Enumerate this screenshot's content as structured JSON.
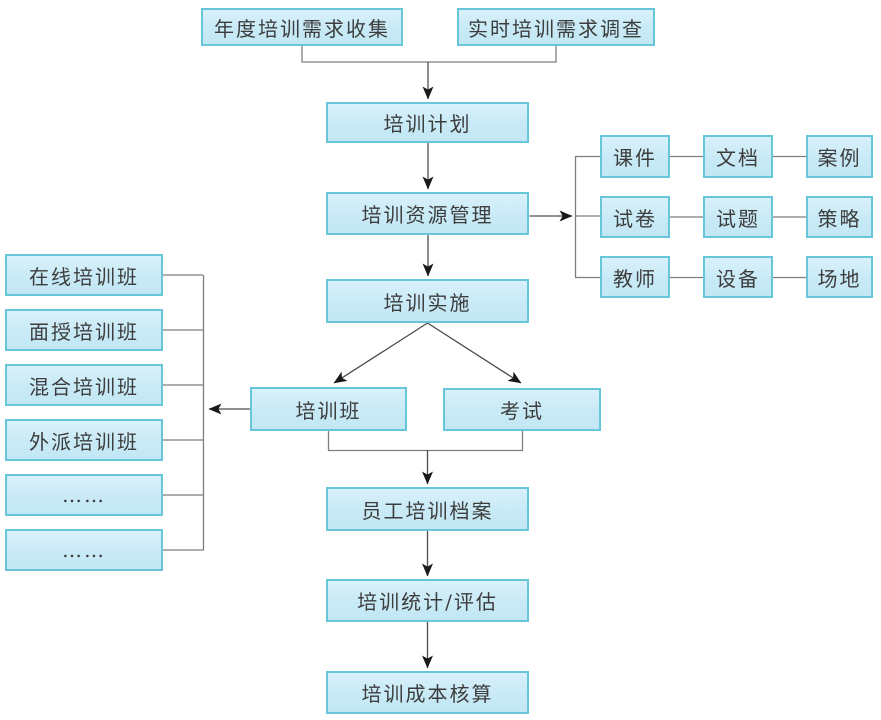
{
  "diagram": {
    "nodes": {
      "annual_needs": "年度培训需求收集",
      "realtime_needs": "实时培训需求调查",
      "plan": "培训计划",
      "resource_mgmt": "培训资源管理",
      "implementation": "培训实施",
      "training_class": "培训班",
      "exam": "考试",
      "employee_records": "员工培训档案",
      "stats_eval": "培训统计/评估",
      "cost_accounting": "培训成本核算"
    },
    "left_items": [
      "在线培训班",
      "面授培训班",
      "混合培训班",
      "外派培训班",
      "……",
      "……"
    ],
    "resource_grid": [
      [
        "课件",
        "文档",
        "案例"
      ],
      [
        "试卷",
        "试题",
        "策略"
      ],
      [
        "教师",
        "设备",
        "场地"
      ]
    ],
    "edges": [
      "年度培训需求收集+实时培训需求调查 -> 培训计划",
      "培训计划 -> 培训资源管理",
      "培训资源管理 -> 课件/试卷/教师 资源组",
      "课件-文档-案例",
      "试卷-试题-策略",
      "教师-设备-场地",
      "培训资源管理 -> 培训实施",
      "培训实施 -> 培训班",
      "培训实施 -> 考试",
      "培训班 -> 在线/面授/混合/外派培训班列表",
      "培训班+考试 -> 员工培训档案",
      "员工培训档案 -> 培训统计/评估",
      "培训统计/评估 -> 培训成本核算"
    ],
    "colors": {
      "box_fill": "#c8eaf6",
      "box_border": "#68c6db",
      "connector_gray": "#7e7e7e",
      "arrow_black": "#1a1a1a",
      "text": "#3d3d3d",
      "background": "#ffffff"
    }
  }
}
